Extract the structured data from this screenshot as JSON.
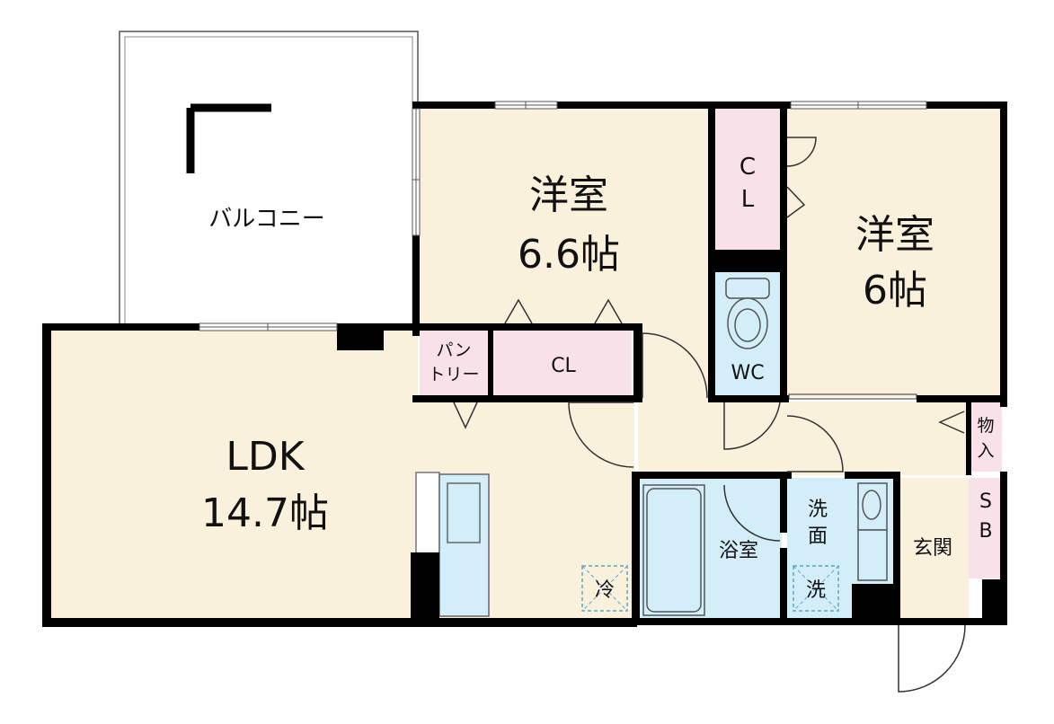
{
  "colors": {
    "wall": "#000000",
    "ldk_floor": "#faf1dc",
    "room_floor": "#faf1dc",
    "closet": "#f9e1ea",
    "wet_area": "#d3eef8",
    "balcony": "#ffffff",
    "appliance_mark": "#5aa6c6"
  },
  "rooms": {
    "balcony": {
      "label": "バルコニー"
    },
    "western_room_a": {
      "label": "洋室",
      "size": "6.6帖"
    },
    "western_room_b": {
      "label": "洋室",
      "size": "6帖"
    },
    "closet_a": {
      "label_line1": "C",
      "label_line2": "L"
    },
    "toilet": {
      "label": "WC"
    },
    "pantry": {
      "label_line1": "パン",
      "label_line2": "トリー"
    },
    "closet_b": {
      "label": "CL"
    },
    "ldk": {
      "label": "LDK",
      "size": "14.7帖"
    },
    "storage": {
      "label_line1": "物",
      "label_line2": "入"
    },
    "bathroom": {
      "label": "浴室"
    },
    "washroom": {
      "label_line1": "洗",
      "label_line2": "面"
    },
    "entrance": {
      "label": "玄関"
    },
    "shoe_box": {
      "label_line1": "S",
      "label_line2": "B"
    }
  },
  "fixtures": {
    "fridge": {
      "label": "冷"
    },
    "washer": {
      "label": "洗"
    }
  }
}
